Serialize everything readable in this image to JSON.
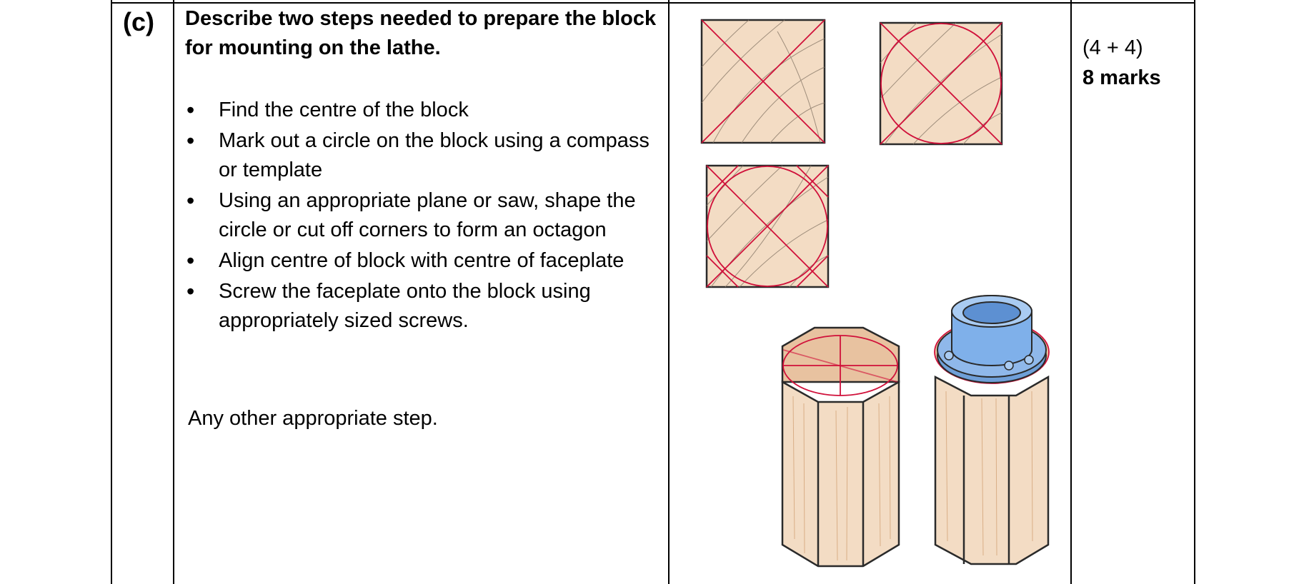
{
  "part": "(c)",
  "question": "Describe two steps needed to prepare the block for mounting on the lathe.",
  "steps": [
    "Find the centre of the block",
    "Mark out a circle on the block using a compass or template",
    "Using an appropriate plane or saw, shape the circle or cut off corners to form an octagon",
    "Align centre of block with centre of faceplate",
    "Screw the faceplate onto the block using appropriately sized screws."
  ],
  "other": "Any other appropriate step.",
  "marks": {
    "breakdown": "(4 + 4)",
    "total": "8 marks"
  },
  "colors": {
    "wood": "#f3dcc4",
    "grain": "#8a7a6a",
    "red_line": "#d0103a",
    "outline": "#2a2a2a",
    "faceplate": "#8fb8ea"
  }
}
